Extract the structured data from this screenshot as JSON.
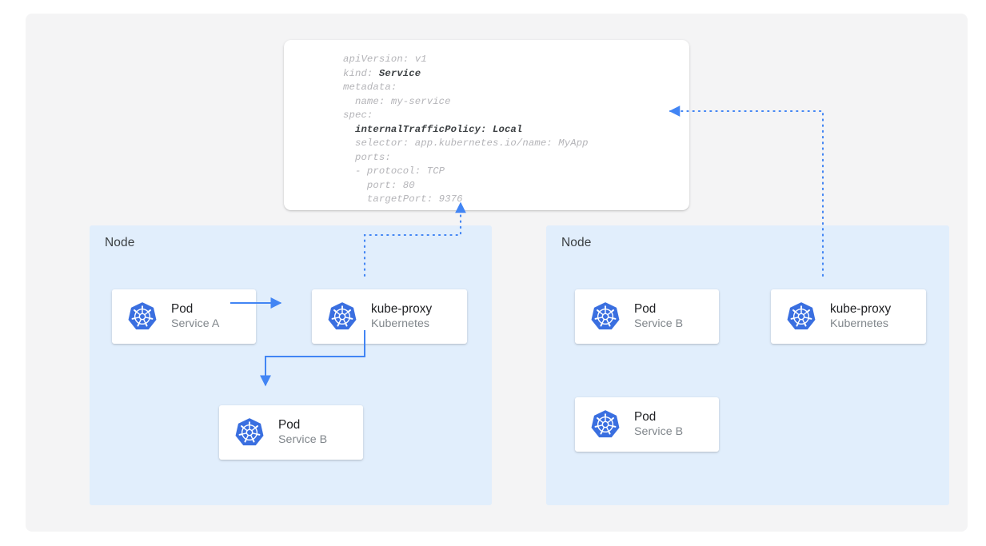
{
  "theme": {
    "page_bg": "#ffffff",
    "canvas_bg": "#f4f4f5",
    "node_bg": "#e1eefc",
    "card_bg": "#ffffff",
    "accent_blue": "#4285f4",
    "k8s_blue": "#3a6fe0",
    "title_color": "#202124",
    "subtitle_color": "#80868b",
    "code_muted": "#b4b4b8",
    "code_highlight": "#3c4043"
  },
  "yaml_card": {
    "name": "service-manifest",
    "lines": [
      {
        "text": "apiVersion: v1",
        "bold": false
      },
      {
        "text": "kind: ",
        "bold": false,
        "bold_tail": "Service"
      },
      {
        "text": "metadata:",
        "bold": false
      },
      {
        "text": "  name: my-service",
        "bold": false
      },
      {
        "text": "spec:",
        "bold": false
      },
      {
        "text": "  internalTrafficPolicy: Local",
        "bold": true
      },
      {
        "text": "  selector: app.kubernetes.io/name: MyApp",
        "bold": false
      },
      {
        "text": "  ports:",
        "bold": false
      },
      {
        "text": "  - protocol: TCP",
        "bold": false
      },
      {
        "text": "    port: 80",
        "bold": false
      },
      {
        "text": "    targetPort: 9376",
        "bold": false
      }
    ]
  },
  "nodes": [
    {
      "label": "Node",
      "side": "left",
      "cards": [
        {
          "title": "Pod",
          "subtitle": "Service A",
          "icon": "kubernetes-icon"
        },
        {
          "title": "kube-proxy",
          "subtitle": "Kubernetes",
          "icon": "kubernetes-icon"
        },
        {
          "title": "Pod",
          "subtitle": "Service B",
          "icon": "kubernetes-icon"
        }
      ]
    },
    {
      "label": "Node",
      "side": "right",
      "cards": [
        {
          "title": "Pod",
          "subtitle": "Service B",
          "icon": "kubernetes-icon"
        },
        {
          "title": "kube-proxy",
          "subtitle": "Kubernetes",
          "icon": "kubernetes-icon"
        },
        {
          "title": "Pod",
          "subtitle": "Service B",
          "icon": "kubernetes-icon"
        }
      ]
    }
  ],
  "connectors": [
    {
      "name": "pod-a-to-kube-proxy",
      "style": "solid",
      "from": "Pod Service A",
      "to": "kube-proxy (left)"
    },
    {
      "name": "kube-proxy-to-pod-b",
      "style": "solid",
      "from": "kube-proxy (left)",
      "to": "Pod Service B (left)"
    },
    {
      "name": "kube-proxy-left-to-manifest",
      "style": "dotted",
      "from": "kube-proxy (left)",
      "to": "service-manifest"
    },
    {
      "name": "kube-proxy-right-to-manifest",
      "style": "dotted",
      "from": "kube-proxy (right)",
      "to": "service-manifest"
    }
  ]
}
